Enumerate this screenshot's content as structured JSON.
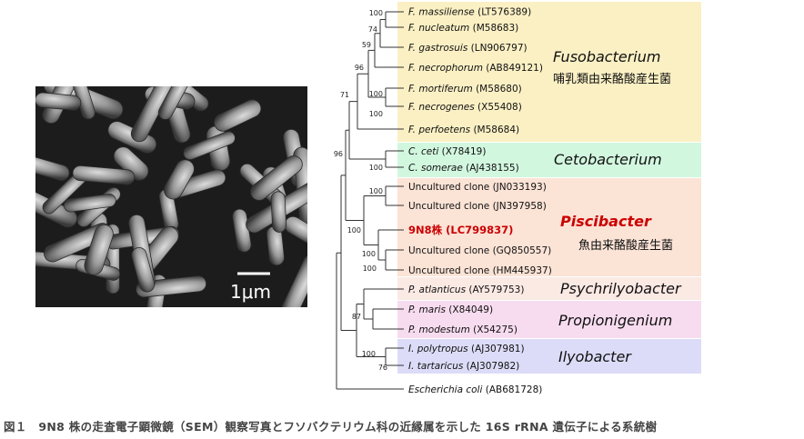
{
  "sem": {
    "scale_label": "1μm"
  },
  "groups": {
    "fuso": {
      "name": "Fusobacterium",
      "subtitle": "哺乳類由来酪酸産生菌",
      "color": "#fbf0c4"
    },
    "ceto": {
      "name": "Cetobacterium",
      "color": "#d2f7df"
    },
    "pisci": {
      "name": "Piscibacter",
      "subtitle": "魚由来酪酸産生菌",
      "color": "#fbe3d6"
    },
    "psychri": {
      "name": "Psychrilyobacter",
      "color": "#fbe9e4"
    },
    "propio": {
      "name": "Propionigenium",
      "color": "#f7dcef"
    },
    "ilyo": {
      "name": "Ilyobacter",
      "color": "#dcdcf8"
    }
  },
  "taxa": [
    {
      "sp": "F. massiliense",
      "acc": "(LT576389)"
    },
    {
      "sp": "F. nucleatum",
      "acc": "(M58683)"
    },
    {
      "sp": "F. gastrosuis",
      "acc": "(LN906797)"
    },
    {
      "sp": "F. necrophorum",
      "acc": "(AB849121)"
    },
    {
      "sp": "F. mortiferum",
      "acc": "(M58680)"
    },
    {
      "sp": "F. necrogenes",
      "acc": "(X55408)"
    },
    {
      "sp": "F. perfoetens",
      "acc": "(M58684)"
    },
    {
      "sp": "C. ceti",
      "acc": "(X78419)"
    },
    {
      "sp": "C. somerae",
      "acc": "(AJ438155)"
    },
    {
      "sp": "",
      "acc": "Uncultured clone (JN033193)"
    },
    {
      "sp": "",
      "acc": "Uncultured clone (JN397958)"
    },
    {
      "sp": "",
      "acc": "9N8株 (LC799837)"
    },
    {
      "sp": "",
      "acc": "Uncultured clone (GQ850557)"
    },
    {
      "sp": "",
      "acc": "Uncultured clone (HM445937)"
    },
    {
      "sp": "P. atlanticus",
      "acc": "(AY579753)"
    },
    {
      "sp": "P. maris",
      "acc": "(X84049)"
    },
    {
      "sp": "P. modestum",
      "acc": "(X54275)"
    },
    {
      "sp": "I. polytropus",
      "acc": "(AJ307981)"
    },
    {
      "sp": "I. tartaricus",
      "acc": "(AJ307982)"
    },
    {
      "sp": "Escherichia coli",
      "acc": "(AB681728)"
    }
  ],
  "bootstrap": [
    "100",
    "74",
    "59",
    "96",
    "71",
    "100",
    "100",
    "96",
    "100",
    "100",
    "100",
    "100",
    "87",
    "100",
    "100",
    "76"
  ],
  "caption": "図１　9N8 株の走査電子顕微鏡（SEM）観察写真とフソバクテリウム科の近縁属を示した 16S rRNA 遺伝子による系統樹"
}
